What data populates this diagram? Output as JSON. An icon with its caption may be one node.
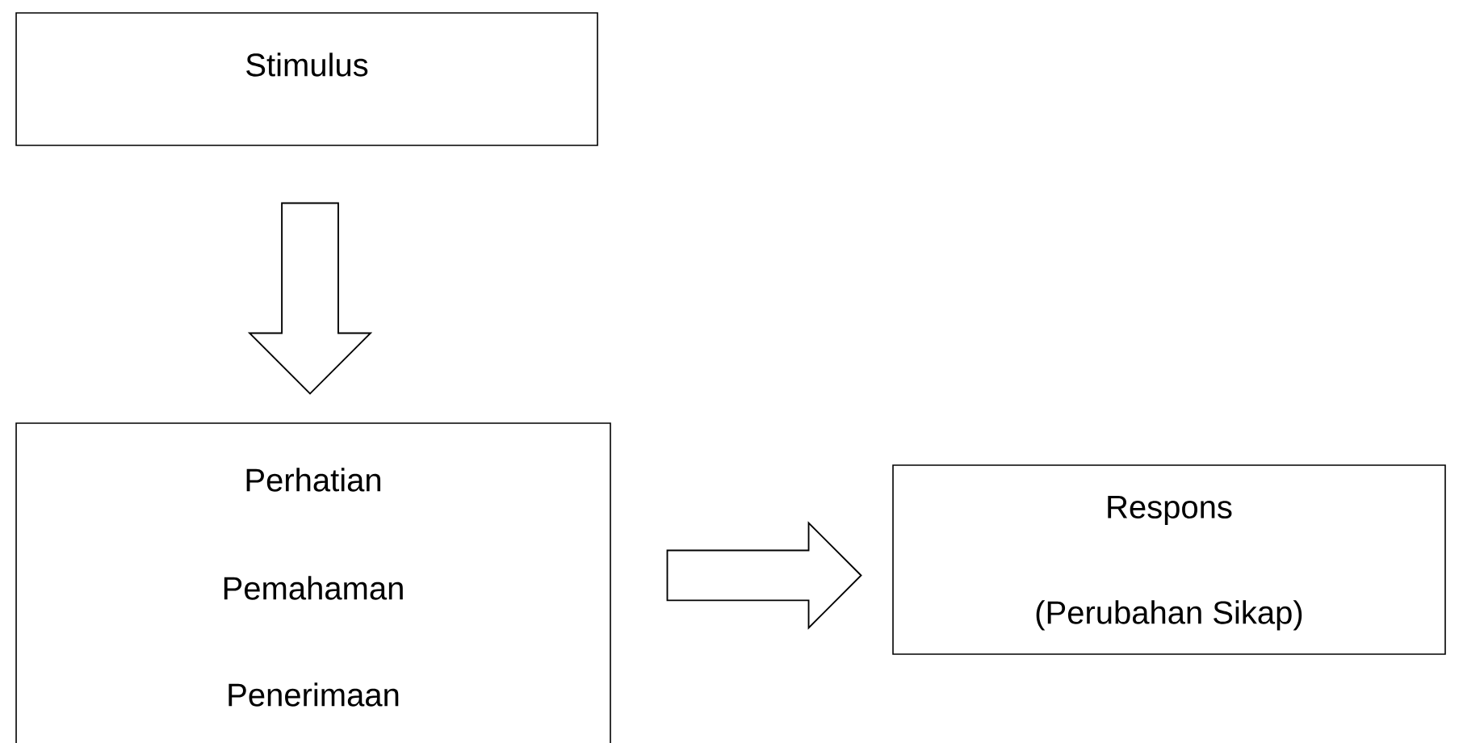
{
  "diagram": {
    "nodes": [
      {
        "text": [
          "Stimulus"
        ]
      },
      {
        "text": [
          "Perhatian",
          "Pemahaman",
          "Penerimaan"
        ]
      },
      {
        "text": [
          "Respons",
          "(Perubahan Sikap)"
        ]
      }
    ],
    "edges": [
      {
        "from": 0,
        "to": 1,
        "arrow": "to"
      },
      {
        "from": 1,
        "to": 2,
        "arrow": "to"
      }
    ]
  }
}
